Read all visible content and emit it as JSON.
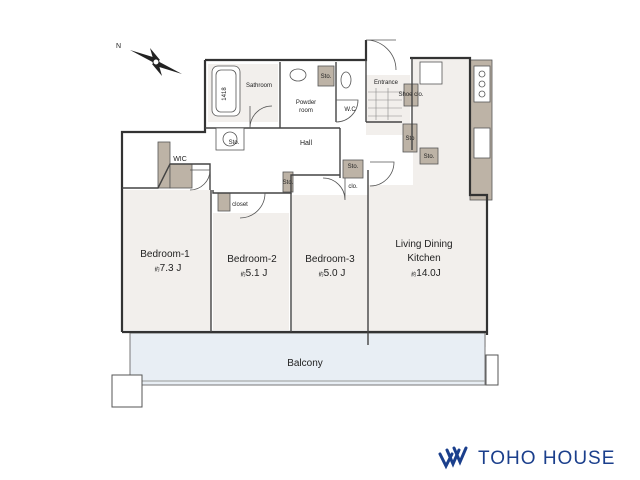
{
  "compass": {
    "label": "N"
  },
  "rooms": {
    "bedroom1": {
      "name": "Bedroom-1",
      "size": "7.3 J"
    },
    "bedroom2": {
      "name": "Bedroom-2",
      "size": "5.1 J"
    },
    "bedroom3": {
      "name": "Bedroom-3",
      "size": "5.0 J"
    },
    "ldk": {
      "name_line1": "Living Dining",
      "name_line2": "Kitchen",
      "size": "14.0J"
    },
    "wic": "WIC",
    "closet": "closet",
    "sto_list": [
      "Sto.",
      "Sto.",
      "Sto.",
      "Sto.",
      "Sto",
      "Sto."
    ],
    "clo_list": [
      "clo.",
      "Shoe clo."
    ],
    "hall": "Hall",
    "bathroom": "Sathroom",
    "powder_line1": "Powder",
    "powder_line2": "room",
    "wc": "W.C",
    "entrance": "Entrance",
    "bath_size": "1418",
    "balcony": "Balcony",
    "area_prefix": "約"
  },
  "brand": {
    "name": "TOHO HOUSE",
    "logo_color": "#1b3f8c"
  }
}
